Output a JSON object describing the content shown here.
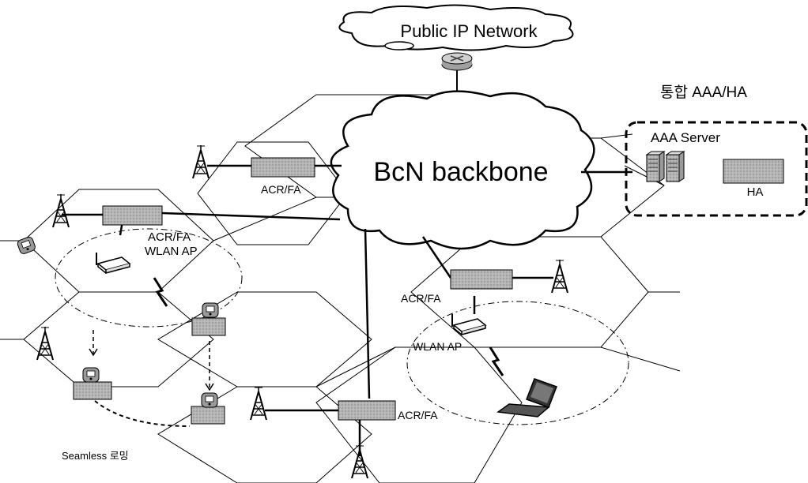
{
  "clouds": {
    "public_ip": "Public IP Network",
    "backbone": "BcN backbone"
  },
  "integrated_group": {
    "title": "통합 AAA/HA",
    "aaa_label": "AAA  Server",
    "ha_label": "HA"
  },
  "nodes": {
    "acr_top": "ACR/FA",
    "acr_left": "ACR/FA",
    "wlan_left": "WLAN AP",
    "acr_right": "ACR/FA",
    "wlan_right": "WLAN AP",
    "acr_bottom": "ACR/FA"
  },
  "caption": "Seamless 로밍",
  "colors": {
    "hex_line": "#000000",
    "device_fill": "#a8a8a8",
    "cloud_fill": "#ffffff",
    "dashed_border": "#000000"
  }
}
